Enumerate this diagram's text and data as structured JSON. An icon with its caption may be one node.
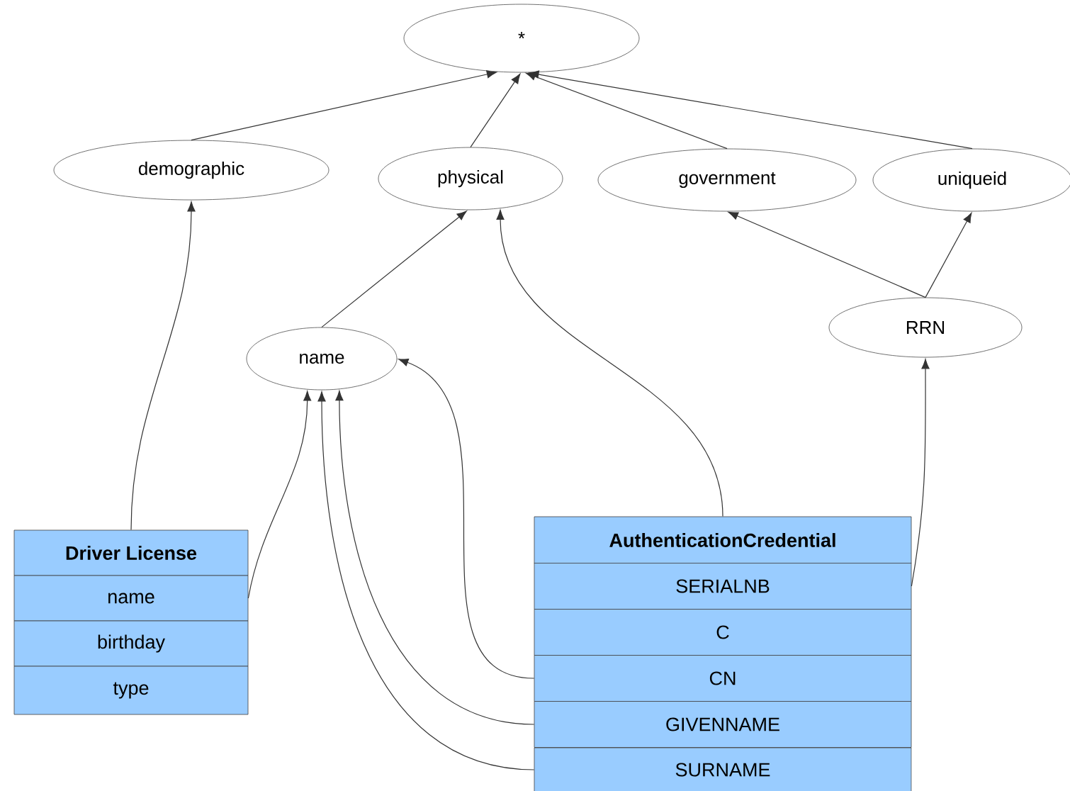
{
  "diagram": {
    "nodes": [
      {
        "text": [
          "*"
        ]
      },
      {
        "text": [
          "demographic"
        ]
      },
      {
        "text": [
          "physical"
        ]
      },
      {
        "text": [
          "government"
        ]
      },
      {
        "text": [
          "uniqueid"
        ]
      },
      {
        "text": [
          "RRN"
        ]
      },
      {
        "text": [
          "name"
        ]
      },
      {
        "text": [
          "Driver License"
        ]
      },
      {
        "text": [
          "name"
        ]
      },
      {
        "text": [
          "birthday"
        ]
      },
      {
        "text": [
          "type"
        ]
      },
      {
        "text": [
          "AuthenticationCredential"
        ]
      },
      {
        "text": [
          "SERIALNB"
        ]
      },
      {
        "text": [
          "C"
        ]
      },
      {
        "text": [
          "CN"
        ]
      },
      {
        "text": [
          "GIVENNAME"
        ]
      },
      {
        "text": [
          "SURNAME"
        ]
      }
    ],
    "edges": [
      {
        "from": 1,
        "to": 0,
        "arrow": "to"
      },
      {
        "from": 2,
        "to": 0,
        "arrow": "to"
      },
      {
        "from": 3,
        "to": 0,
        "arrow": "to"
      },
      {
        "from": 4,
        "to": 0,
        "arrow": "to"
      },
      {
        "from": 6,
        "to": 2,
        "arrow": "to"
      },
      {
        "from": 5,
        "to": 3,
        "arrow": "to"
      },
      {
        "from": 5,
        "to": 4,
        "arrow": "to"
      },
      {
        "from": 7,
        "to": 1,
        "arrow": "to"
      },
      {
        "from": 8,
        "to": 6,
        "arrow": "to"
      },
      {
        "from": 14,
        "to": 6,
        "arrow": "to"
      },
      {
        "from": 15,
        "to": 6,
        "arrow": "to"
      },
      {
        "from": 16,
        "to": 6,
        "arrow": "to"
      },
      {
        "from": 11,
        "to": 2,
        "arrow": "to"
      },
      {
        "from": 12,
        "to": 5,
        "arrow": "to"
      }
    ]
  }
}
